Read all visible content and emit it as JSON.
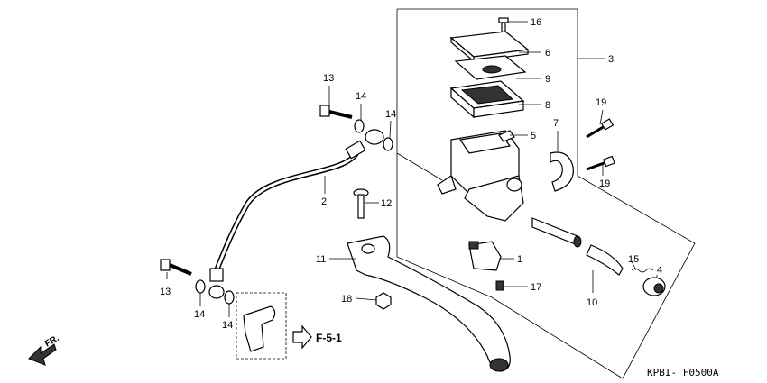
{
  "callouts": [
    {
      "id": "16",
      "label": "16"
    },
    {
      "id": "6",
      "label": "6"
    },
    {
      "id": "3",
      "label": "3"
    },
    {
      "id": "9",
      "label": "9"
    },
    {
      "id": "8",
      "label": "8"
    },
    {
      "id": "13a",
      "label": "13"
    },
    {
      "id": "14a",
      "label": "14"
    },
    {
      "id": "14b",
      "label": "14"
    },
    {
      "id": "7",
      "label": "7"
    },
    {
      "id": "5",
      "label": "5"
    },
    {
      "id": "19a",
      "label": "19"
    },
    {
      "id": "19b",
      "label": "19"
    },
    {
      "id": "2",
      "label": "2"
    },
    {
      "id": "12",
      "label": "12"
    },
    {
      "id": "11",
      "label": "11"
    },
    {
      "id": "1",
      "label": "1"
    },
    {
      "id": "13b",
      "label": "13"
    },
    {
      "id": "17",
      "label": "17"
    },
    {
      "id": "15",
      "label": "15"
    },
    {
      "id": "4",
      "label": "4"
    },
    {
      "id": "18",
      "label": "18"
    },
    {
      "id": "10",
      "label": "10"
    },
    {
      "id": "14c",
      "label": "14"
    },
    {
      "id": "14d",
      "label": "14"
    }
  ],
  "reference": "F-5-1",
  "direction": "FR.",
  "diagram_code": "KPBI- F0500A"
}
